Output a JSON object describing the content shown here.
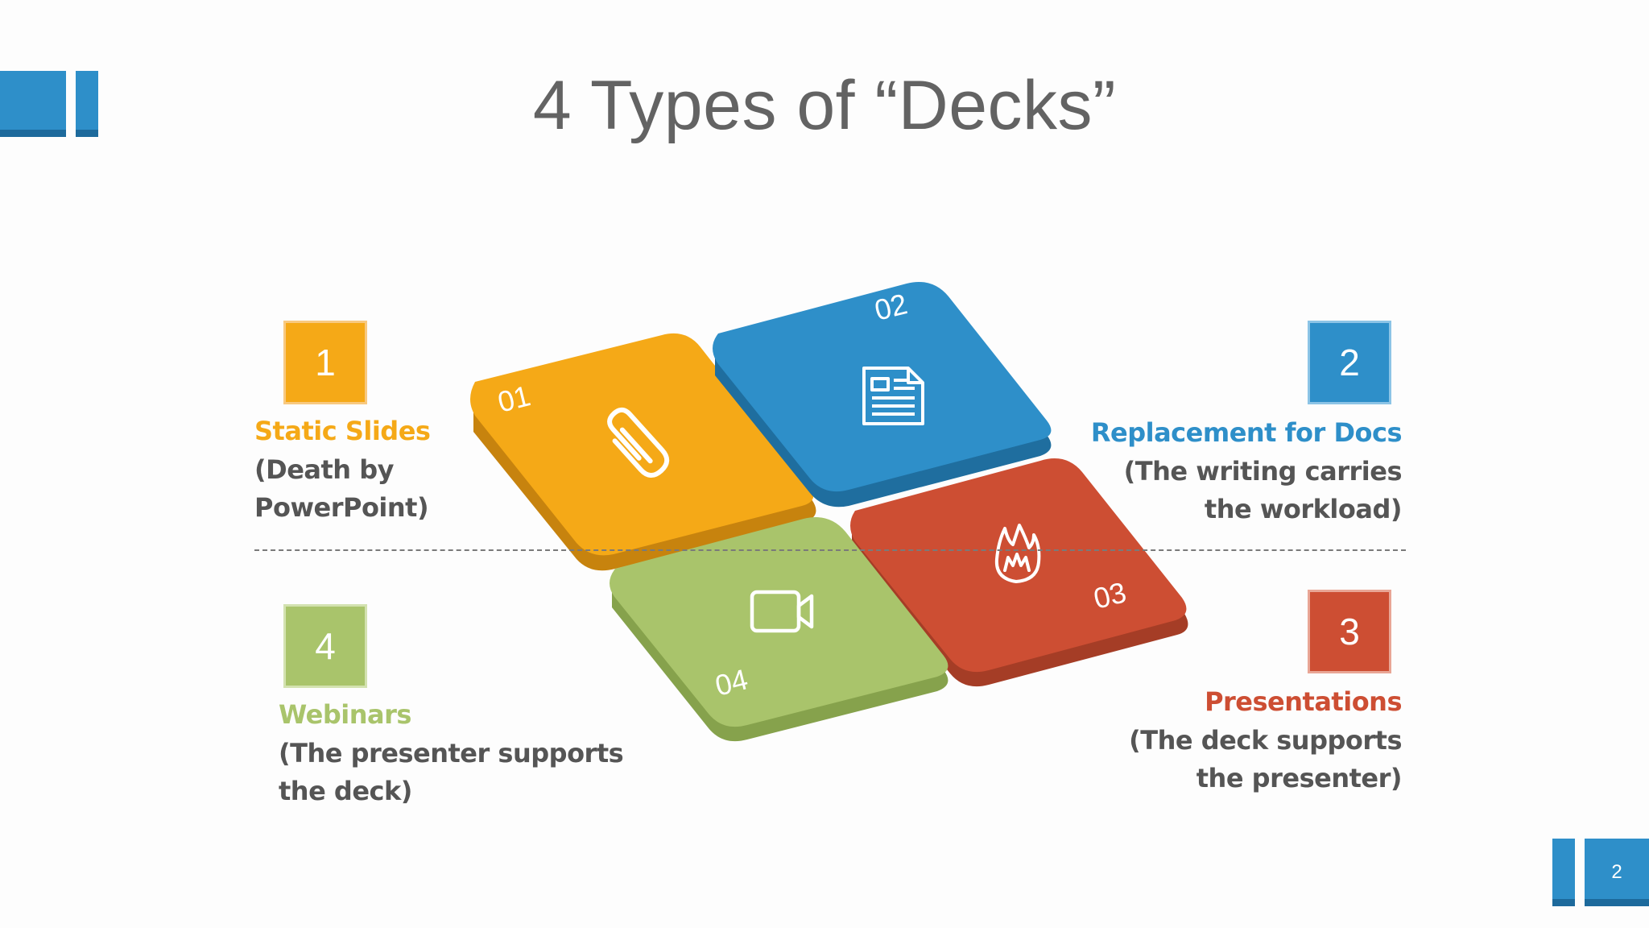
{
  "slide": {
    "title": "4 Types of “Decks”",
    "page_number": "2"
  },
  "colors": {
    "orange": "#f5a917",
    "blue": "#2e8fc9",
    "red": "#cd4e33",
    "green": "#a9c46b",
    "text_gray": "#555555",
    "title_gray": "#636363"
  },
  "items": [
    {
      "number": "1",
      "heading": "Static Slides",
      "description": [
        "(Death by",
        "PowerPoint)"
      ]
    },
    {
      "number": "2",
      "heading": "Replacement for Docs",
      "description": [
        "(The writing carries",
        "the workload)"
      ]
    },
    {
      "number": "3",
      "heading": "Presentations",
      "description": [
        "(The deck supports",
        "the presenter)"
      ]
    },
    {
      "number": "4",
      "heading": "Webinars",
      "description": [
        "(The presenter supports",
        "the deck)"
      ]
    }
  ],
  "tiles": [
    {
      "label": "01",
      "icon": "paperclip-icon"
    },
    {
      "label": "02",
      "icon": "document-icon"
    },
    {
      "label": "03",
      "icon": "flame-icon"
    },
    {
      "label": "04",
      "icon": "video-camera-icon"
    }
  ]
}
